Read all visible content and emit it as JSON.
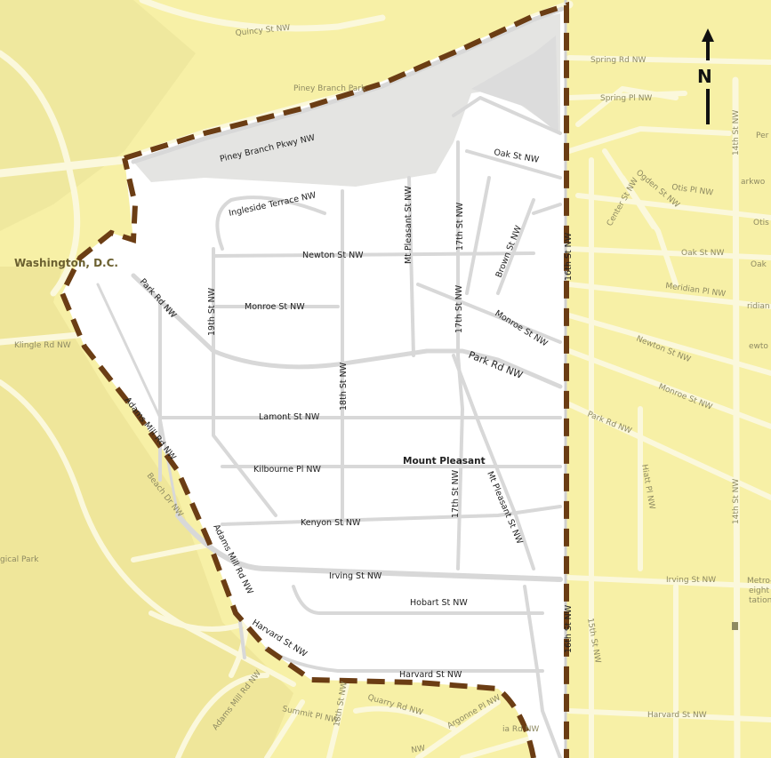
{
  "map": {
    "place": "Washington, D.C.",
    "neighborhood": "Mount Pleasant",
    "north_label": "N",
    "colors": {
      "outside": "#f7f0a6",
      "inside": "#ffffff",
      "park": "#e4e4e2",
      "boundary": "#6b3d14",
      "road_outside": "#fbf8dc"
    }
  },
  "parks": {
    "piney_branch": "Piney Branch Park",
    "zoo": "gical Park"
  },
  "streets_inside": {
    "piney_branch_pkwy": "Piney Branch Pkwy NW",
    "ingleside": "Ingleside Terrace NW",
    "newton": "Newton St NW",
    "monroe_w": "Monroe St NW",
    "monroe_e": "Monroe St NW",
    "park_rd_w": "Park Rd NW",
    "park_rd_e": "Park Rd NW",
    "lamont": "Lamont St NW",
    "kilbourne": "Kilbourne Pl NW",
    "kenyon": "Kenyon St NW",
    "irving": "Irving St NW",
    "hobart": "Hobart St NW",
    "harvard": "Harvard St NW",
    "oak": "Oak St NW",
    "brown": "Brown St NW",
    "nineteenth": "19th St NW",
    "eighteenth": "18th St NW",
    "mt_pleasant_n": "Mt Pleasant St NW",
    "mt_pleasant_s": "Mt Pleasant St NW",
    "seventeenth_a": "17th St NW",
    "seventeenth_b": "17th St NW",
    "seventeenth_c": "17th St NW",
    "sixteenth_a": "16th St NW",
    "sixteenth_b": "16th St NW",
    "adams_mill_a": "Adams Mill Rd NW",
    "adams_mill_b": "Adams Mill Rd NW",
    "harvard_sw": "Harvard St NW"
  },
  "streets_outside": {
    "quincy": "Quincy St NW",
    "spring_rd": "Spring Rd NW",
    "spring_pl": "Spring Pl NW",
    "perry": "Per",
    "parkwood": "arkwo",
    "otis_pl": "Otis Pl NW",
    "otis": "Otis",
    "ogden": "Ogden St NW",
    "center": "Center St NW",
    "oak_e": "Oak St NW",
    "oak_e2": "Oak",
    "meridian": "Meridian Pl NW",
    "meridian2": "ridian",
    "newton_e": "Newton St NW",
    "newton_e2": "ewto",
    "monroe_e2": "Monroe St NW",
    "park_rd_e2": "Park Rd NW",
    "fourteenth_a": "14th St NW",
    "fourteenth_b": "14th St NW",
    "hiatt": "Hiatt Pl NW",
    "irving_e": "Irving St NW",
    "metro": "Metro-",
    "metro2": "eight",
    "metro3": "tation",
    "fifteenth": "15th St NW",
    "harvard_e": "Harvard St NW",
    "klingle": "Klingle Rd NW",
    "beach": "Beach Dr NW",
    "adams_mill_s": "Adams Mill Rd NW",
    "summit": "Summit Pl NW",
    "eighteenth_s": "18th St NW",
    "quarry": "Quarry Rd NW",
    "argonne": "Argonne Pl NW",
    "nw_s": "NW",
    "ia_rd": "ia Rd NW"
  }
}
